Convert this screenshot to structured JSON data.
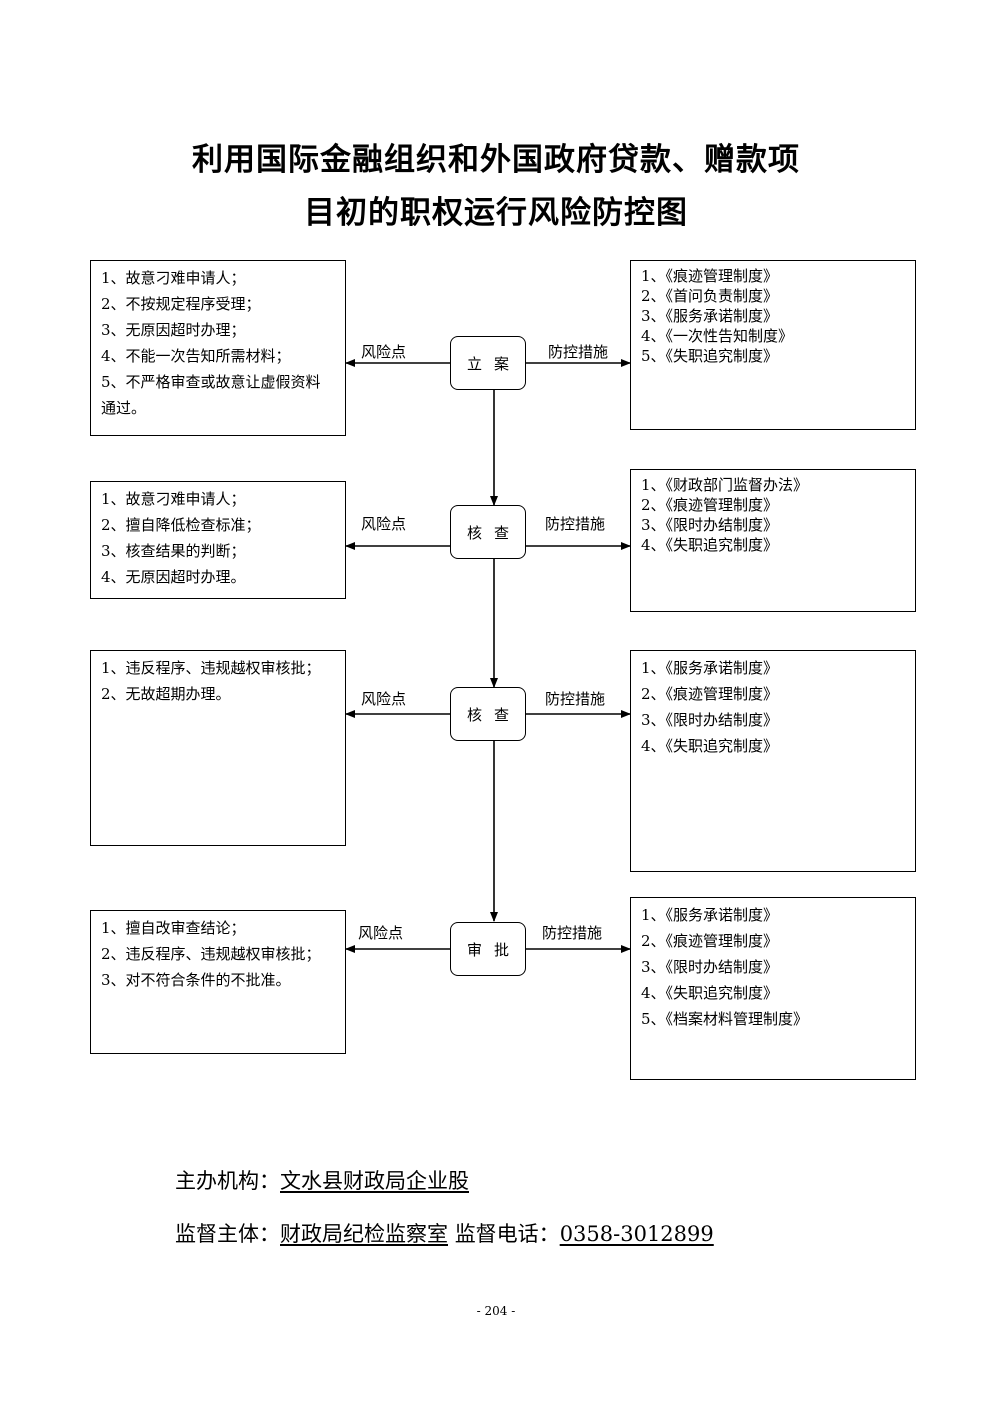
{
  "title": {
    "line1": "利用国际金融组织和外国政府贷款、赠款项",
    "line2": "目初的职权运行风险防控图"
  },
  "steps": [
    {
      "node": "立案",
      "risk_label": "风险点",
      "control_label": "防控措施",
      "risks": [
        "1、故意刁难申请人；",
        "2、不按规定程序受理；",
        "3、无原因超时办理；",
        "4、不能一次告知所需材料；",
        "5、不严格审查或故意让虚假资料通过。"
      ],
      "controls": [
        "1、《痕迹管理制度》",
        "2、《首问负责制度》",
        "3、《服务承诺制度》",
        "4、《一次性告知制度》",
        "5、《失职追究制度》"
      ]
    },
    {
      "node": "核查",
      "risk_label": "风险点",
      "control_label": "防控措施",
      "risks": [
        "1、故意刁难申请人；",
        "2、擅自降低检查标准；",
        "3、核查结果的判断；",
        "4、无原因超时办理。"
      ],
      "controls": [
        "1、《财政部门监督办法》",
        "2、《痕迹管理制度》",
        "3、《限时办结制度》",
        "4、《失职追究制度》"
      ]
    },
    {
      "node": "核查",
      "risk_label": "风险点",
      "control_label": "防控措施",
      "risks": [
        "1、违反程序、违规越权审核批；",
        "2、无故超期办理。"
      ],
      "controls": [
        "1、《服务承诺制度》",
        "2、《痕迹管理制度》",
        "3、《限时办结制度》",
        "4、《失职追究制度》"
      ]
    },
    {
      "node": "审批",
      "risk_label": "风险点",
      "control_label": "防控措施",
      "risks": [
        "1、擅自改审查结论；",
        "2、违反程序、违规越权审核批；",
        "3、对不符合条件的不批准。"
      ],
      "controls": [
        "1、《服务承诺制度》",
        "2、《痕迹管理制度》",
        "3、《限时办结制度》",
        "4、《失职追究制度》",
        "5、《档案材料管理制度》"
      ]
    }
  ],
  "footer": {
    "host_label": "主办机构：",
    "host_value": "文水县财政局企业股",
    "supervisor_label": "监督主体：",
    "supervisor_value": "财政局纪检监察室",
    "phone_label": "监督电话：",
    "phone_value": "0358-3012899"
  },
  "page_number": "- 204 -"
}
